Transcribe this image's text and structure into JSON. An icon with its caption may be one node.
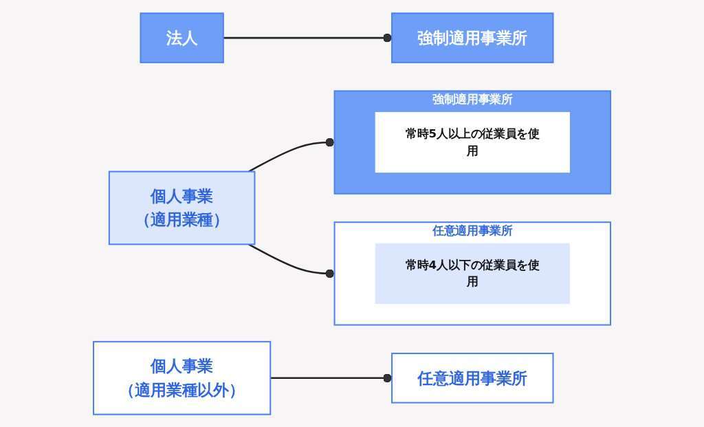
{
  "diagram": {
    "nodes": [
      {
        "text": [
          "法人"
        ]
      },
      {
        "text": [
          "強制適用事業所"
        ]
      },
      {
        "text": [
          "個人事業",
          "（適用業種）"
        ]
      },
      {
        "text": [
          "強制適用事業所"
        ]
      },
      {
        "text": [
          "常時5人以上の従業員を使用"
        ],
        "in": 3
      },
      {
        "text": [
          "任意適用事業所"
        ]
      },
      {
        "text": [
          "常時4人以下の従業員を使用"
        ],
        "in": 5
      },
      {
        "text": [
          "個人事業",
          "（適用業種以外）"
        ]
      },
      {
        "text": [
          "任意適用事業所"
        ]
      }
    ],
    "edges": [
      {
        "from": 0,
        "to": 1,
        "arrow": "other"
      },
      {
        "from": 2,
        "to": 3,
        "arrow": "other"
      },
      {
        "from": 2,
        "to": 5,
        "arrow": "other"
      },
      {
        "from": 7,
        "to": 8,
        "arrow": "other"
      }
    ]
  }
}
